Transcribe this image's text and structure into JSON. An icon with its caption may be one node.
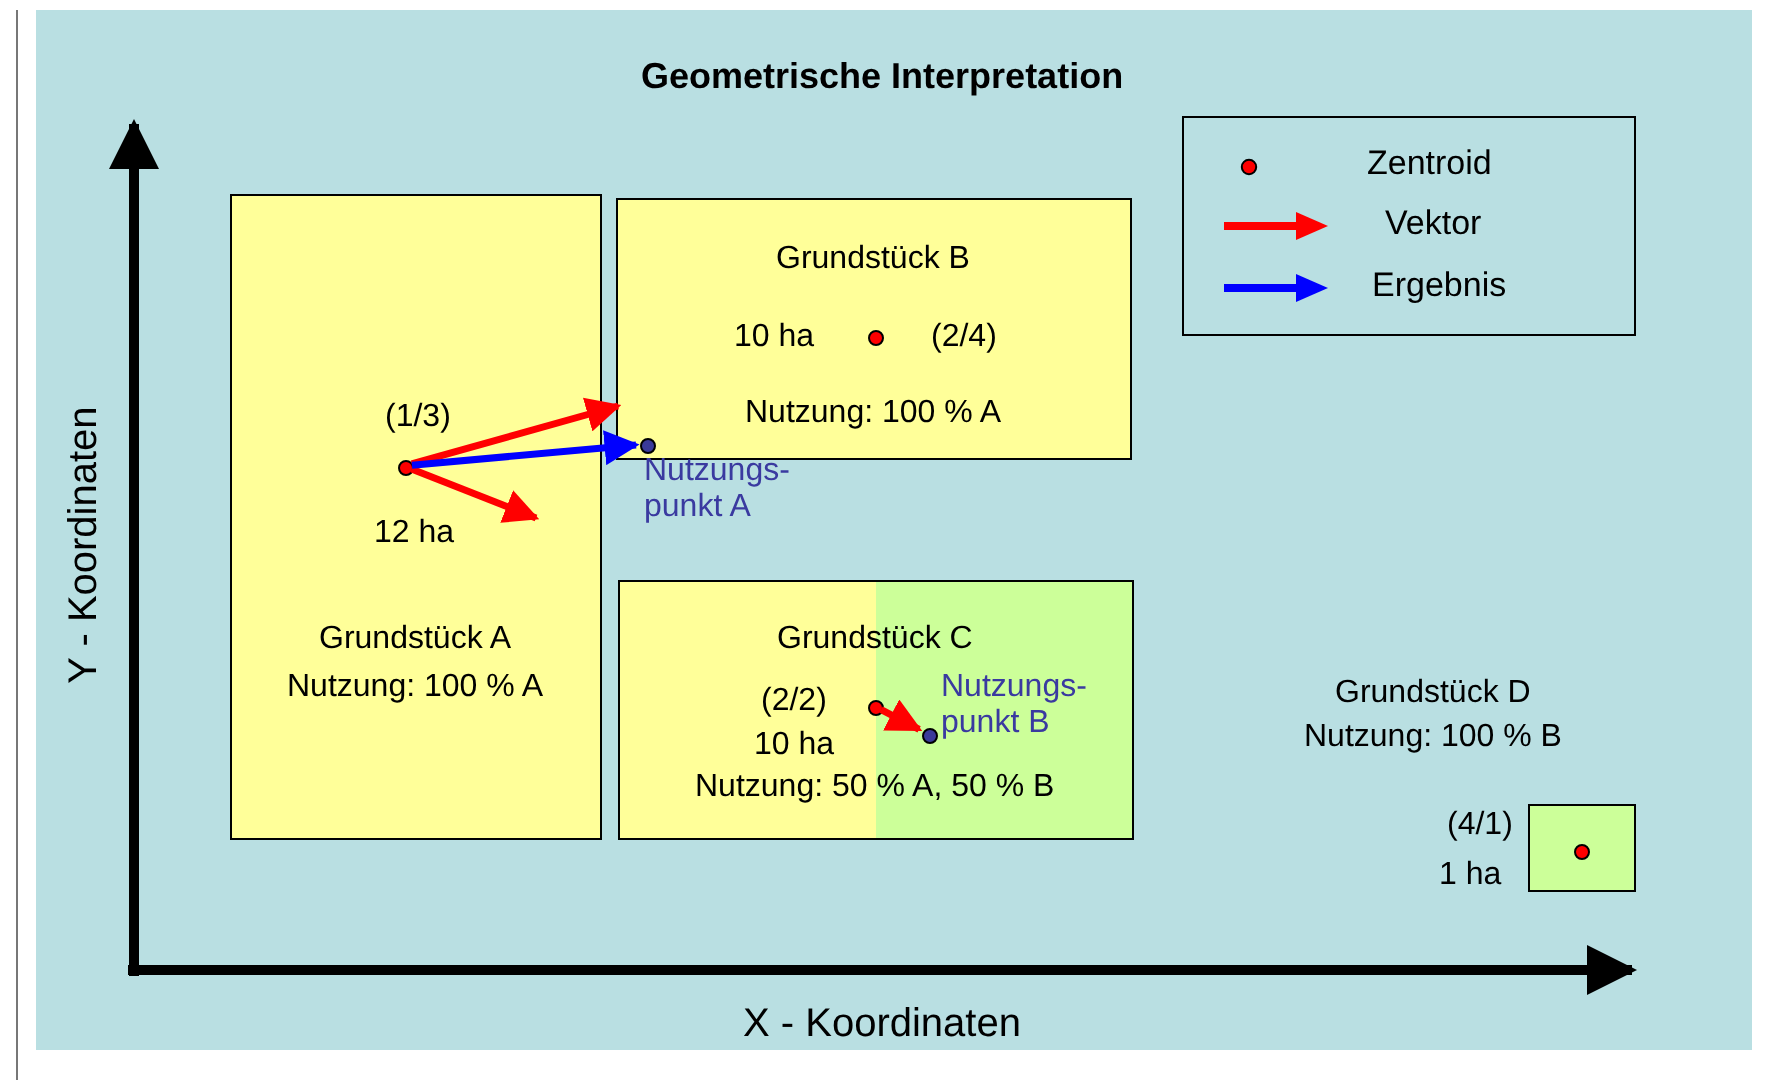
{
  "diagram": {
    "title": "Geometrische Interpretation",
    "nodes": [
      {
        "text": [
          "Grundstück A",
          "Nutzung: 100 % A"
        ]
      },
      {
        "text": [],
        "shape": "circle",
        "in": 0,
        "beside": [
          "(1/3)",
          "12 ha"
        ]
      },
      {
        "text": [
          "Grundstück B",
          "Nutzung: 100 % A"
        ]
      },
      {
        "text": [],
        "shape": "circle",
        "in": 2,
        "beside": [
          "10 ha",
          "(2/4)"
        ]
      },
      {
        "text": [],
        "shape": "circle",
        "in": 2,
        "beside": [
          "Nutzungs- punkt A"
        ]
      },
      {
        "text": [
          "Grundstück C",
          "Nutzung: 50 % A, 50 % B"
        ]
      },
      {
        "text": [],
        "shape": "circle",
        "in": 5,
        "beside": [
          "(2/2)",
          "10 ha"
        ]
      },
      {
        "text": [],
        "shape": "circle",
        "in": 5,
        "beside": [
          "Nutzungs- punkt B"
        ]
      },
      {
        "text": [
          "Grundstück D",
          "Nutzung: 100 % B"
        ],
        "beside": [
          "(4/1)",
          "1 ha"
        ]
      },
      {
        "text": [],
        "shape": "circle",
        "in": 8
      }
    ],
    "edges": [
      {
        "from": 1,
        "to": 2,
        "arrow": "to"
      },
      {
        "from": 1,
        "to": null,
        "arrow": "to"
      },
      {
        "from": 1,
        "to": 4,
        "arrow": "to",
        "color": "#0000ff"
      },
      {
        "from": 6,
        "to": 7,
        "arrow": "to"
      }
    ],
    "labels": [
      "Y - Koordinaten",
      "X - Koordinaten"
    ],
    "legend": [
      {
        "text": "Zentroid"
      },
      {
        "text": "Vektor"
      },
      {
        "text": "Ergebnis"
      }
    ]
  }
}
